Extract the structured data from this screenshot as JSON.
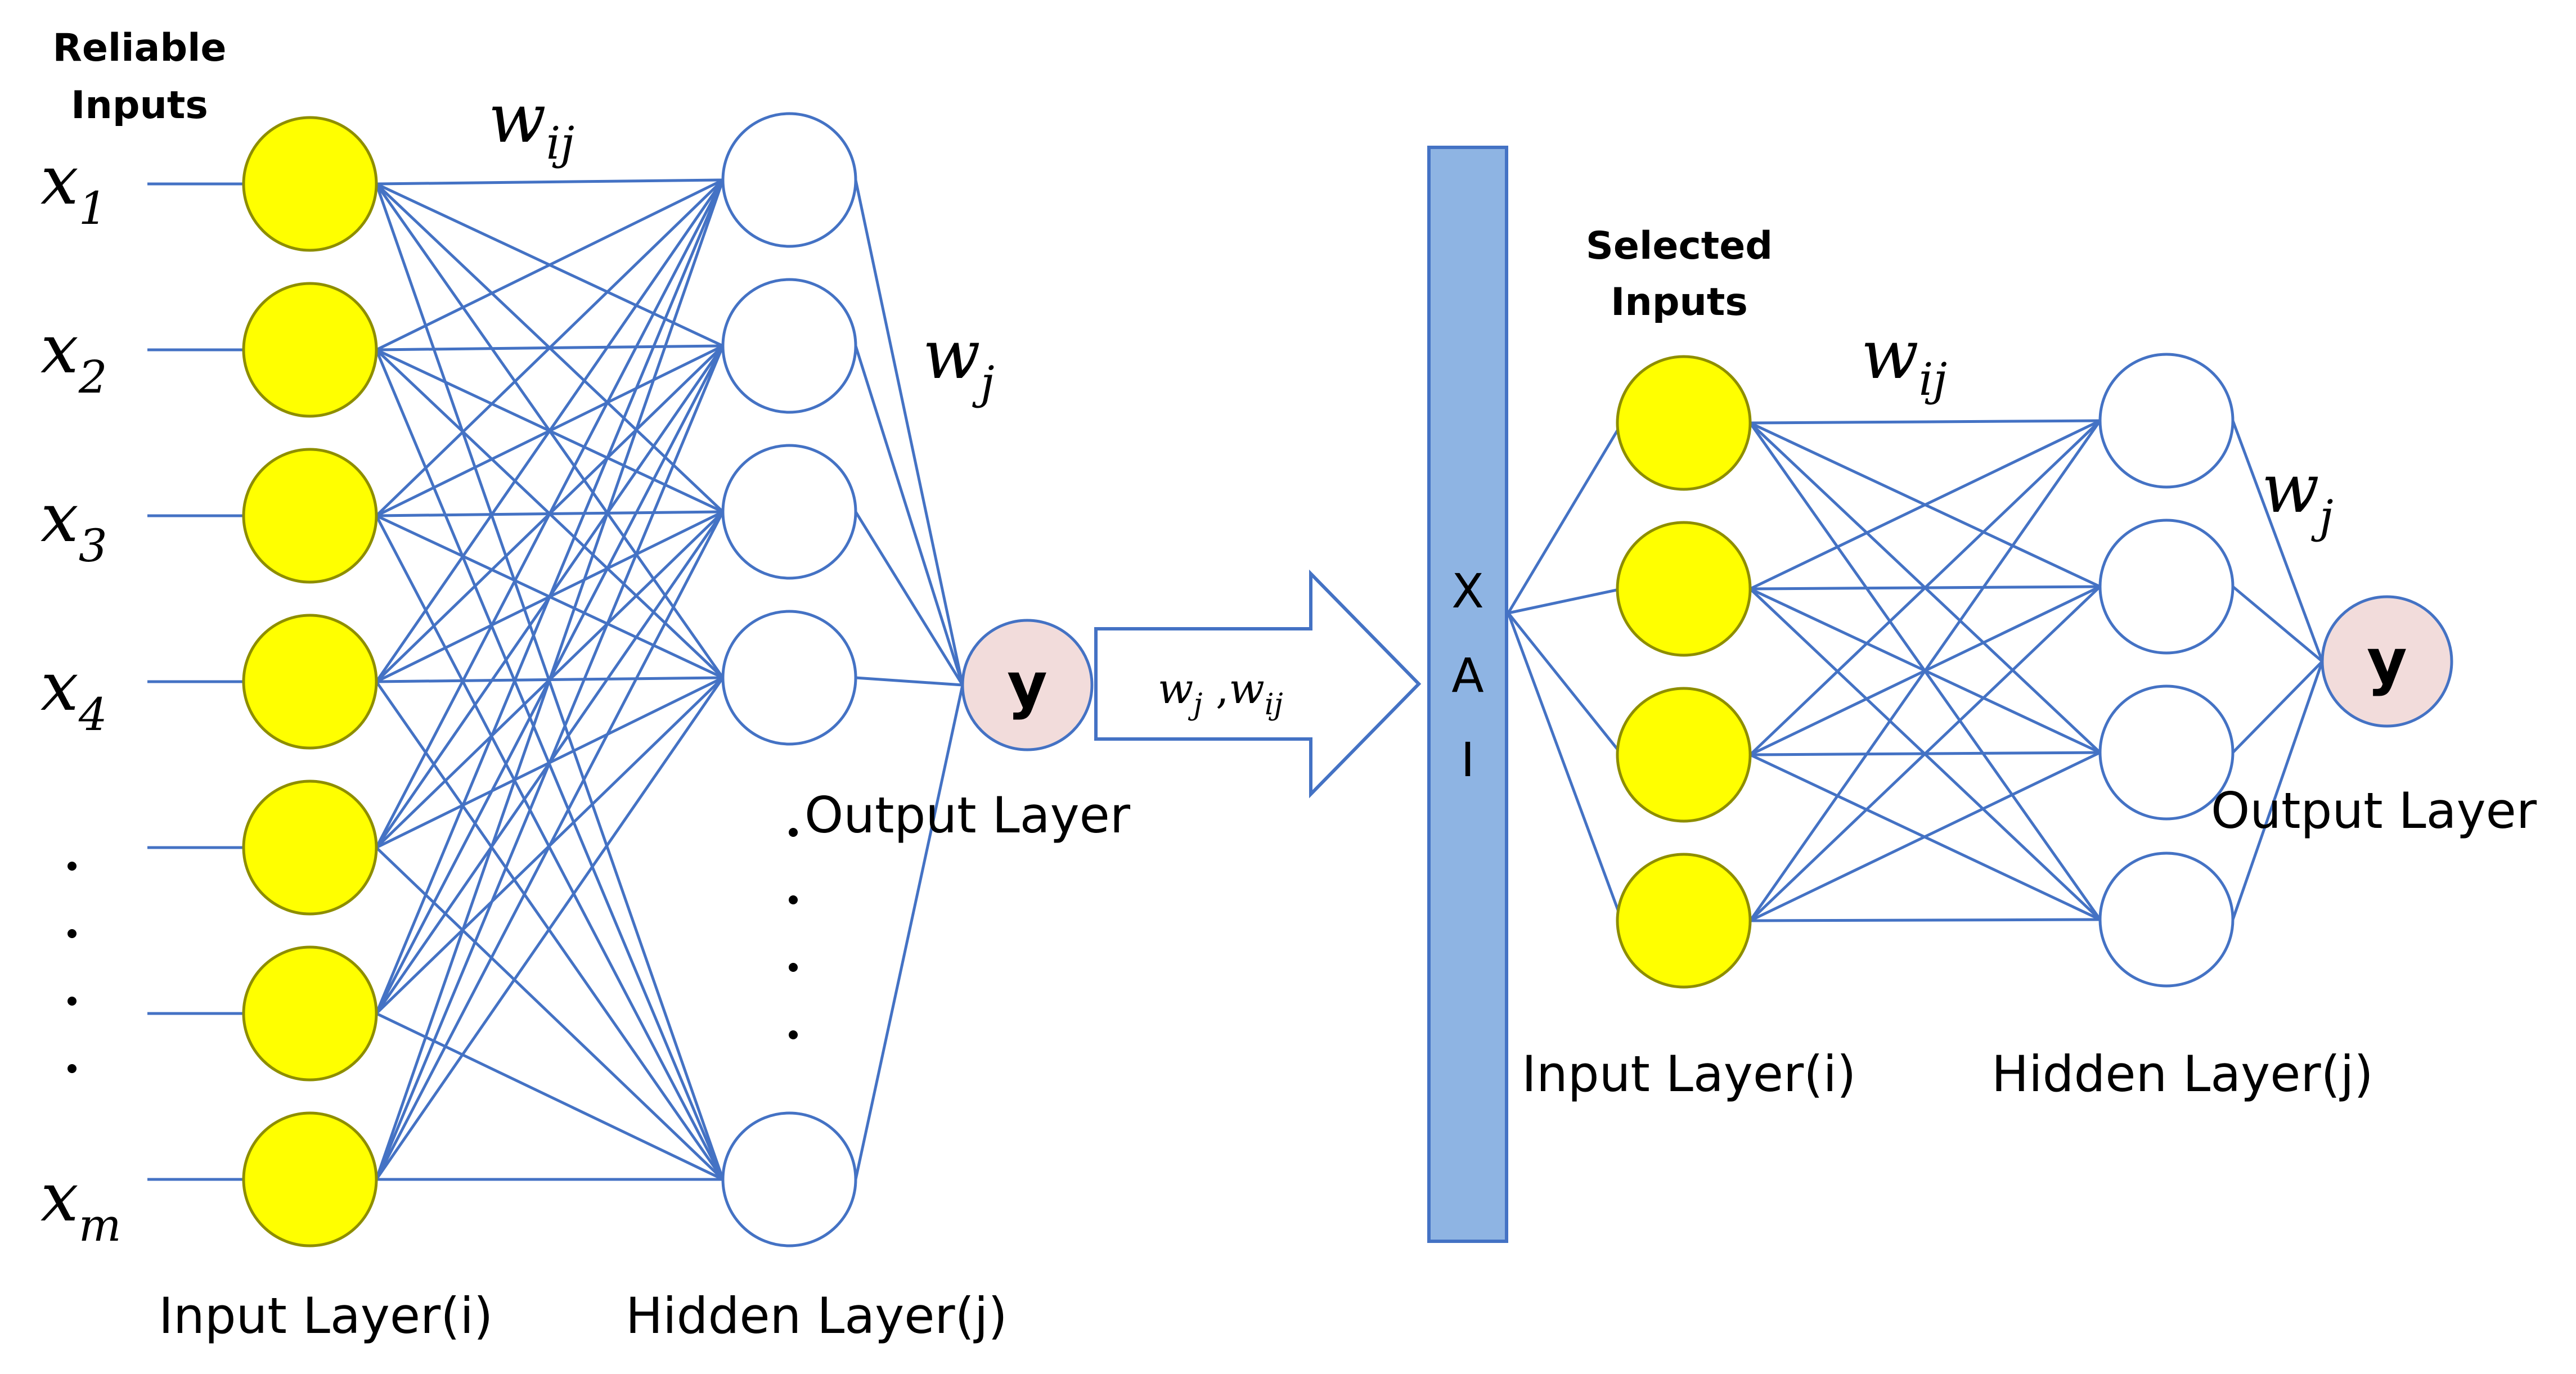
{
  "colors": {
    "edge": "#4472c4",
    "input_fill": "#ffff00",
    "input_stroke": "#8e8e00",
    "hidden_fill": "#ffffff",
    "output_fill": "#f2dcdb",
    "xai_fill": "#8eb4e3"
  },
  "left": {
    "reliable_inputs_line1": "Reliable",
    "reliable_inputs_line2": "Inputs",
    "input_labels": [
      {
        "base": "x",
        "sub": "1"
      },
      {
        "base": "x",
        "sub": "2"
      },
      {
        "base": "x",
        "sub": "3"
      },
      {
        "base": "x",
        "sub": "4"
      },
      {
        "base": "x",
        "sub": "m"
      }
    ],
    "weight_ij": {
      "base": "w",
      "sub": "ij"
    },
    "weight_j": {
      "base": "w",
      "sub": "j"
    },
    "output_symbol": "y",
    "output_layer_label": "Output Layer",
    "input_layer_label": "Input Layer(i)",
    "hidden_layer_label": "Hidden Layer(j)"
  },
  "arrow": {
    "weights_label": {
      "w1": "w",
      "s1": "j",
      "sep": " ,",
      "w2": "w",
      "s2": "ij"
    }
  },
  "xai": {
    "letters": [
      "X",
      "A",
      "I"
    ]
  },
  "right": {
    "selected_inputs_line1": "Selected",
    "selected_inputs_line2": "Inputs",
    "weight_ij": {
      "base": "w",
      "sub": "ij"
    },
    "weight_j": {
      "base": "w",
      "sub": "j"
    },
    "output_symbol": "y",
    "output_layer_label": "Output Layer",
    "input_layer_label": "Input Layer(i)",
    "hidden_layer_label": "Hidden Layer(j)"
  }
}
